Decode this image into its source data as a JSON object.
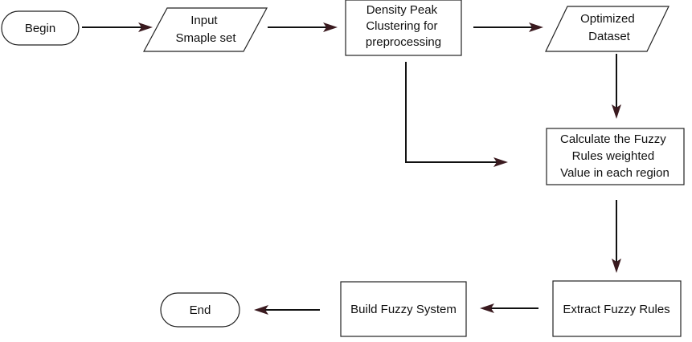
{
  "nodes": {
    "begin": {
      "lines": [
        "Begin"
      ]
    },
    "input": {
      "lines": [
        "Input",
        "Smaple set"
      ]
    },
    "dpc": {
      "lines": [
        "Density Peak",
        "Clustering for",
        "preprocessing"
      ]
    },
    "optimized": {
      "lines": [
        "Optimized",
        "Dataset"
      ]
    },
    "calc": {
      "lines": [
        "Calculate the Fuzzy",
        "Rules weighted",
        "Value in each region"
      ]
    },
    "extract": {
      "lines": [
        "Extract Fuzzy Rules"
      ]
    },
    "build": {
      "lines": [
        "Build Fuzzy System"
      ]
    },
    "end": {
      "lines": [
        "End"
      ]
    }
  },
  "colors": {
    "stroke": "#222222",
    "arrow": "#111111",
    "arrowhead": "#3a1a1f",
    "text": "#111111",
    "background": "#ffffff"
  }
}
